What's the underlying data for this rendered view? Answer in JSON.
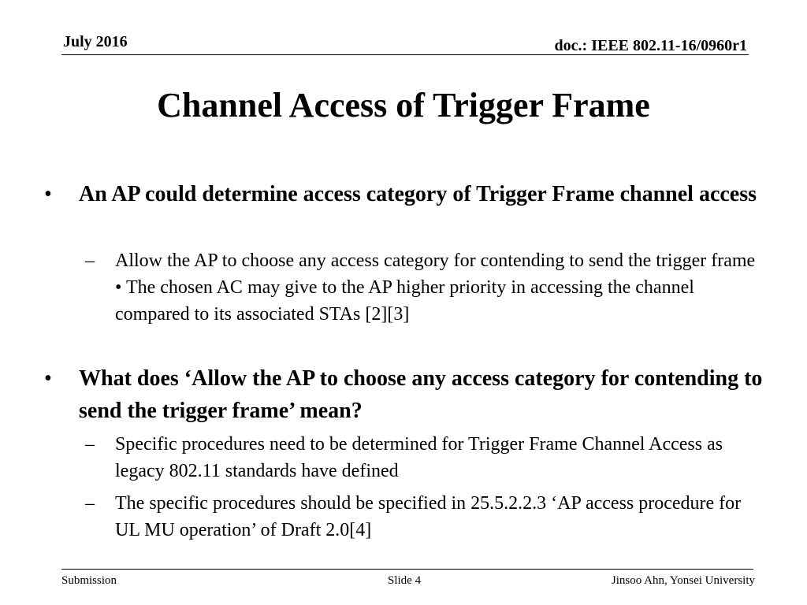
{
  "header": {
    "date": "July 2016",
    "doc_id": "doc.: IEEE 802.11-16/0960r1"
  },
  "title": "Channel Access of Trigger Frame",
  "bullets": [
    {
      "marker": "•",
      "text": "An AP could determine access category of Trigger Frame channel access",
      "sub": [
        {
          "marker": "–",
          "text": "Allow the AP to choose any access category for contending to send the trigger frame",
          "note": "• The chosen AC may give to the AP higher priority in accessing the channel compared to its associated STAs [2][3]"
        }
      ]
    },
    {
      "marker": "•",
      "text": "What does ‘Allow the AP to choose any access category for contending to send the trigger frame’ mean?",
      "sub": [
        {
          "marker": "–",
          "text": "Specific procedures need to be determined for Trigger Frame Channel Access as legacy 802.11 standards have defined"
        },
        {
          "marker": "–",
          "text": "The specific procedures should be specified in 25.5.2.2.3 ‘AP access procedure for UL MU operation’ of Draft 2.0[4]"
        }
      ]
    }
  ],
  "footer": {
    "left": "Submission",
    "center": "Slide 4",
    "right": "Jinsoo Ahn, Yonsei University"
  }
}
